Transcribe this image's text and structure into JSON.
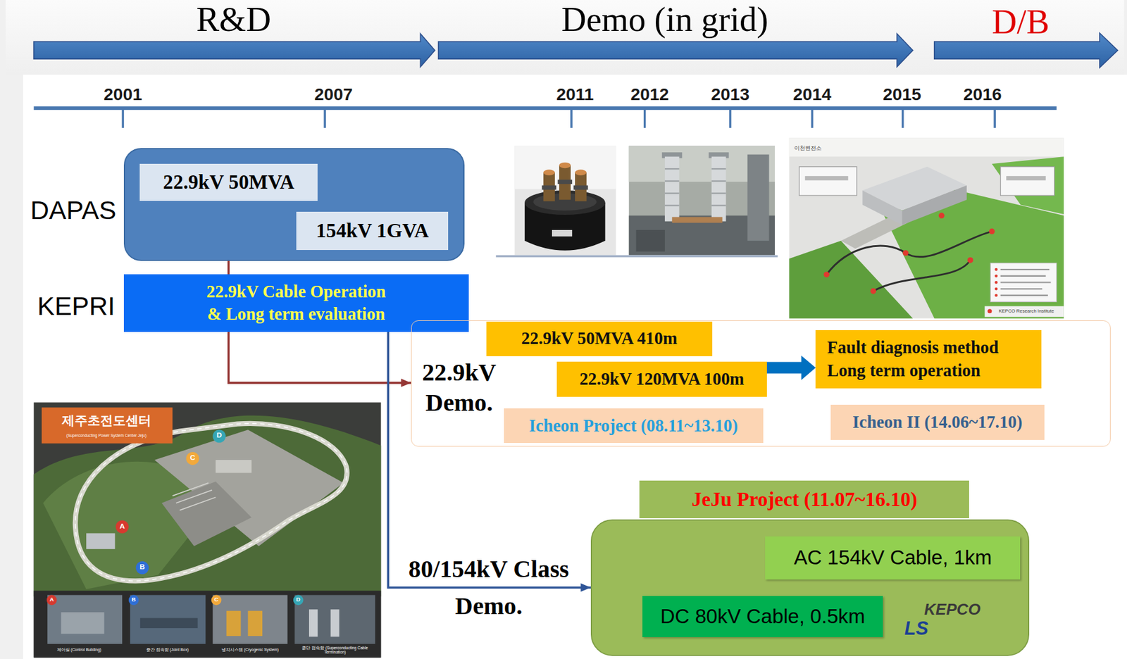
{
  "diagram": {
    "nodes": [
      {
        "text": [
          "DAPAS"
        ]
      },
      {
        "text": [
          "22.9kV 50MVA"
        ],
        "in": 0
      },
      {
        "text": [
          "154kV 1GVA"
        ],
        "in": 0
      },
      {
        "text": [
          "KEPRI",
          "22.9kV Cable Operation & Long term evaluation"
        ]
      },
      {
        "text": [
          "22.9kV Demo."
        ]
      },
      {
        "text": [
          "22.9kV 50MVA 410m"
        ],
        "in": 4
      },
      {
        "text": [
          "22.9kV 120MVA 100m"
        ],
        "in": 4
      },
      {
        "text": [
          "Icheon Project (08.11~13.10)"
        ],
        "in": 4
      },
      {
        "text": [
          "Fault diagnosis method Long term operation"
        ],
        "in": 4
      },
      {
        "text": [
          "Icheon II (14.06~17.10)"
        ],
        "in": 4
      },
      {
        "text": [
          "JeJu Project (11.07~16.10)"
        ]
      },
      {
        "text": [
          "AC 154kV Cable, 1km"
        ],
        "in": 10
      },
      {
        "text": [
          "DC 80kV Cable, 0.5km"
        ],
        "in": 10
      }
    ],
    "edges": [
      {
        "from": 0,
        "to": 4,
        "arrow": "to"
      },
      {
        "from": 3,
        "to": 10,
        "arrow": "to",
        "label": "80/154kV Class Demo."
      },
      {
        "from": 6,
        "to": 8,
        "arrow": "to"
      }
    ],
    "labels": [
      "R&D",
      "Demo (in grid)",
      "D/B",
      "2001",
      "2007",
      "2011",
      "2012",
      "2013",
      "2014",
      "2015",
      "2016",
      "이천변전소",
      "KEPCO Research Institute",
      "제주초전도센터",
      "(Superconducting Power System Center Jeju)",
      "A",
      "B",
      "C",
      "D",
      "A",
      "B",
      "C",
      "D",
      "제어실 (Control Building)",
      "중간 접속함 (Joint Box)",
      "냉각시스템 (Cryogenic System)",
      "종단 접속함 (Superconducting Cable Termination)",
      "KEPCO",
      "LS"
    ]
  }
}
